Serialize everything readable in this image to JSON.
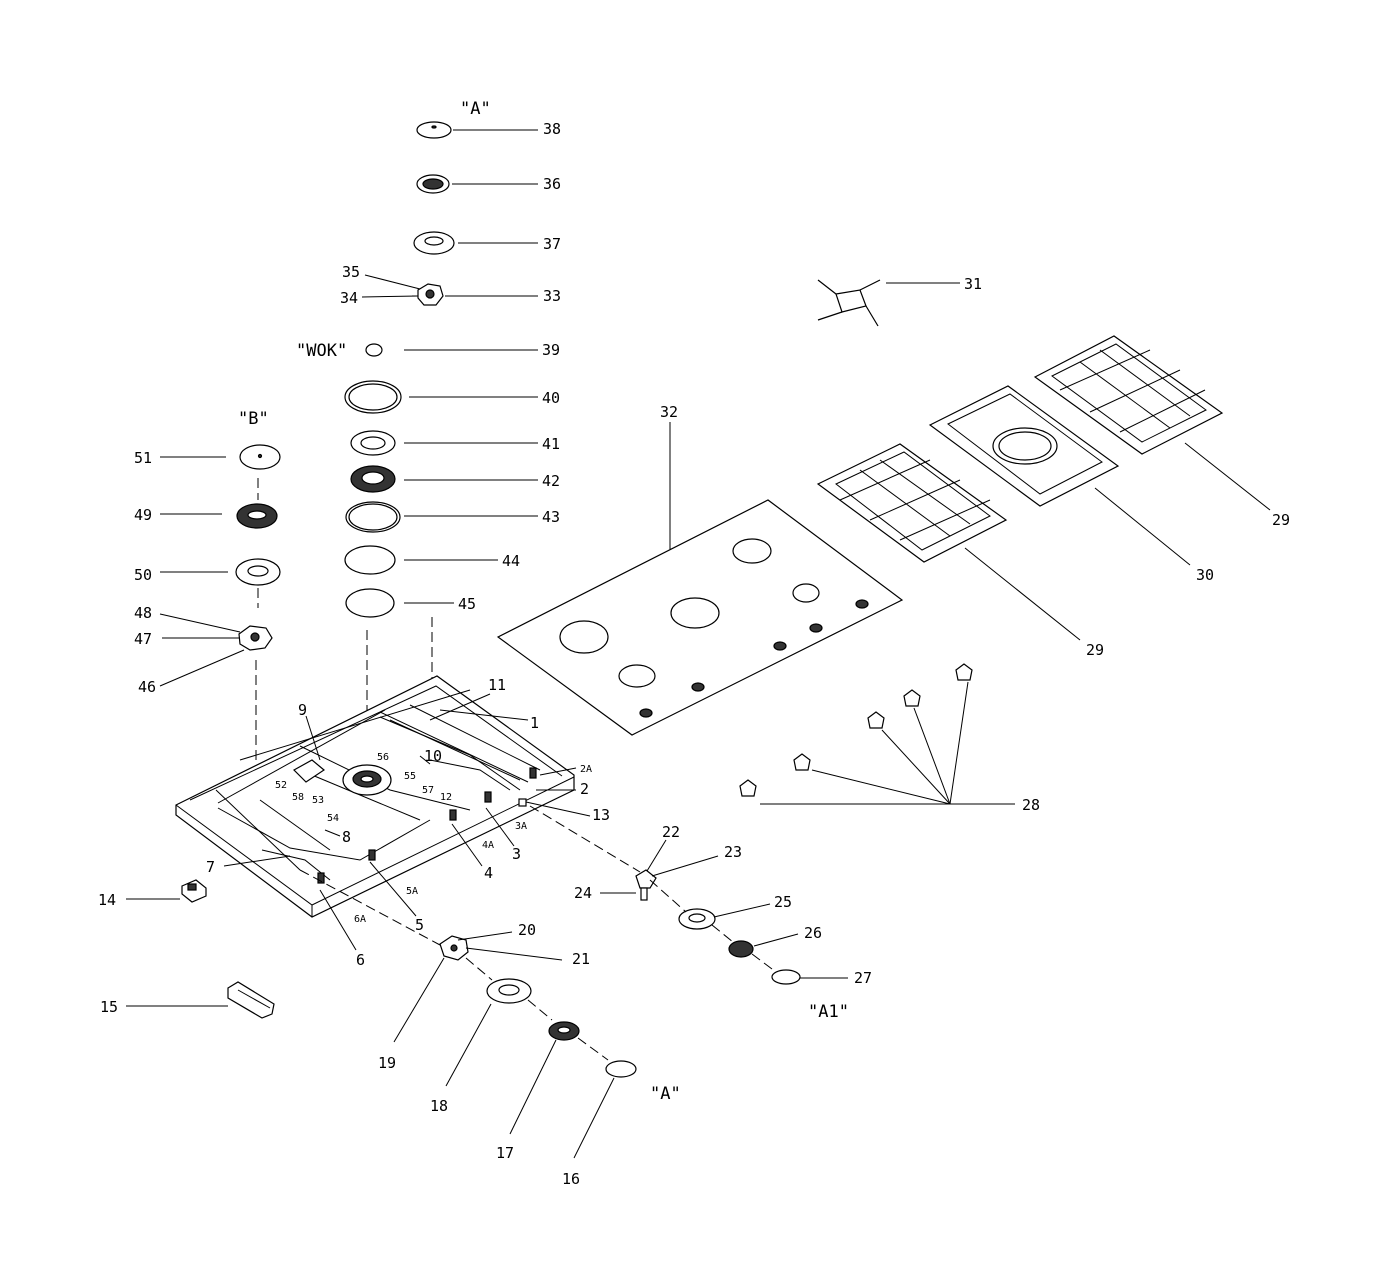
{
  "callouts": {
    "c1": "1",
    "c2": "2",
    "c2A": "2A",
    "c3": "3",
    "c3A": "3A",
    "c4": "4",
    "c4A": "4A",
    "c5": "5",
    "c5A": "5A",
    "c6": "6",
    "c6A": "6A",
    "c7": "7",
    "c8": "8",
    "c9": "9",
    "c10": "10",
    "c11": "11",
    "c12": "12",
    "c13": "13",
    "c14": "14",
    "c15": "15",
    "c16": "16",
    "c17": "17",
    "c18": "18",
    "c19": "19",
    "c20": "20",
    "c21": "21",
    "c22": "22",
    "c23": "23",
    "c24": "24",
    "c25": "25",
    "c26": "26",
    "c27": "27",
    "c28": "28",
    "c29a": "29",
    "c29b": "29",
    "c30": "30",
    "c31": "31",
    "c32": "32",
    "c33": "33",
    "c34": "34",
    "c35": "35",
    "c36": "36",
    "c37": "37",
    "c38": "38",
    "c39": "39",
    "c40": "40",
    "c41": "41",
    "c42": "42",
    "c43": "43",
    "c44": "44",
    "c45": "45",
    "c46": "46",
    "c47": "47",
    "c48": "48",
    "c49": "49",
    "c50": "50",
    "c51": "51",
    "c52": "52",
    "c53": "53",
    "c54": "54",
    "c55": "55",
    "c56": "56",
    "c57": "57",
    "c58": "58"
  },
  "group_tags": {
    "a_top": "\"A\"",
    "wok": "\"WOK\"",
    "b": "\"B\"",
    "a_bottom": "\"A\"",
    "a1": "\"A1\""
  }
}
